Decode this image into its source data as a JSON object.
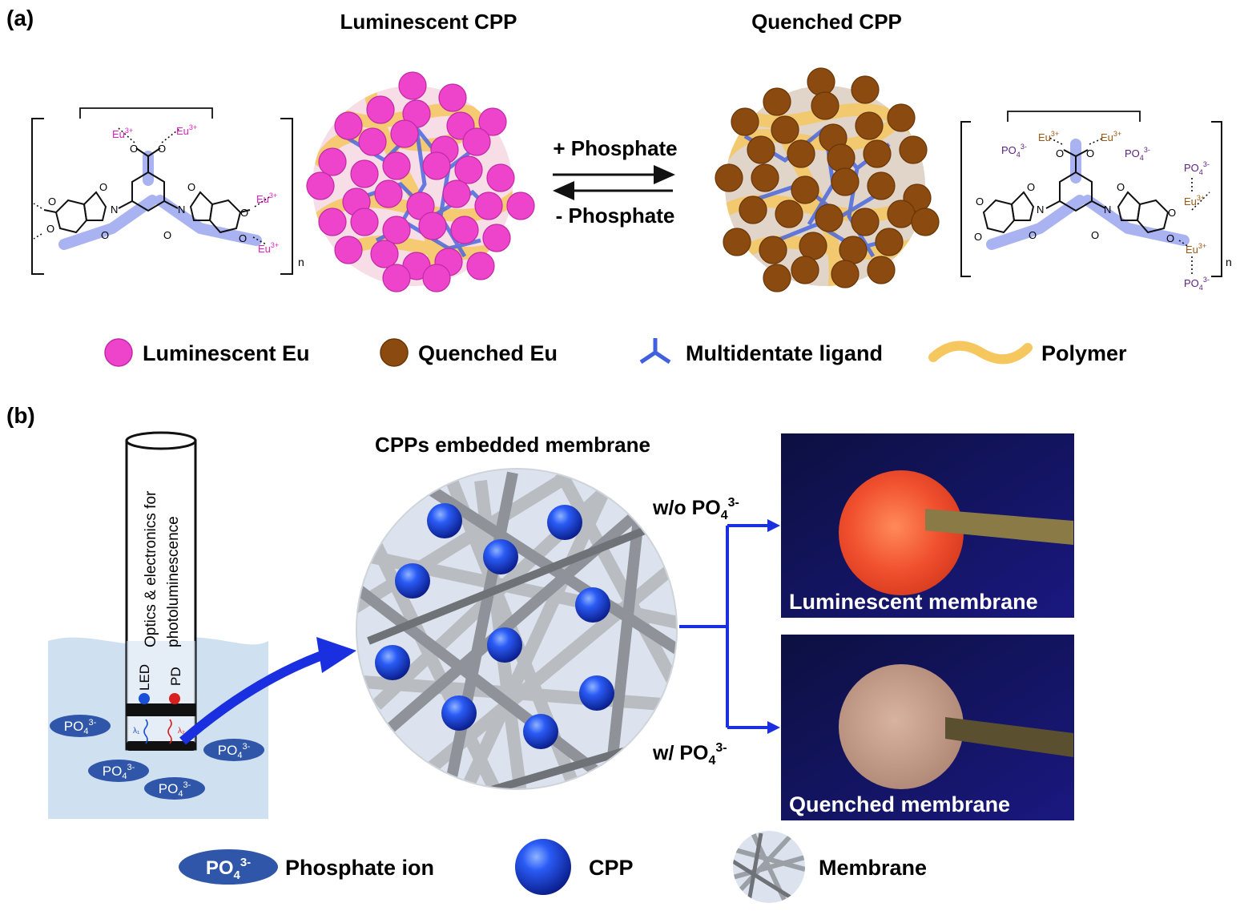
{
  "panel_a": {
    "label": "(a)",
    "luminescent_title": "Luminescent CPP",
    "quenched_title": "Quenched CPP",
    "forward_label": "+ Phosphate",
    "reverse_label": "- Phosphate",
    "structure": {
      "ion": "Eu",
      "ion_charge": "3+",
      "phosphate": "PO",
      "phosphate_sub": "4",
      "phosphate_charge": "3-",
      "repeat": "n",
      "atom_o": "O",
      "atom_n": "N"
    },
    "legend": [
      {
        "label": "Luminescent Eu",
        "color": "#ee44cc"
      },
      {
        "label": "Quenched Eu",
        "color": "#8b4a10"
      },
      {
        "label": "Multidentate ligand",
        "color": "#4060e0"
      },
      {
        "label": "Polymer",
        "color": "#f5c75e"
      }
    ]
  },
  "panel_b": {
    "label": "(b)",
    "probe_text_line1": "Optics & electronics for",
    "probe_text_line2": "photoluminescence",
    "led_label": "LED",
    "pd_label": "PD",
    "lambda1": "λ₁",
    "lambda2": "λ₂",
    "phosphate_ion": "PO",
    "phosphate_sub": "4",
    "phosphate_charge": "3-",
    "membrane_title": "CPPs embedded membrane",
    "without_label": "w/o PO",
    "with_label": "w/ PO",
    "luminescent_photo_label": "Luminescent membrane",
    "quenched_photo_label": "Quenched membrane",
    "legend": [
      {
        "label": "Phosphate ion",
        "icon": "phosphate-ion-icon"
      },
      {
        "label": "CPP",
        "icon": "cpp-sphere-icon"
      },
      {
        "label": "Membrane",
        "icon": "membrane-icon"
      }
    ]
  },
  "colors": {
    "eu_luminescent": "#ee44cc",
    "eu_quenched": "#8b4a10",
    "ligand": "#4060e0",
    "polymer": "#f5c75e",
    "arrow_blue": "#1a2fe0",
    "water": "#cfe0f0",
    "ion_fill": "#2f56a8"
  }
}
